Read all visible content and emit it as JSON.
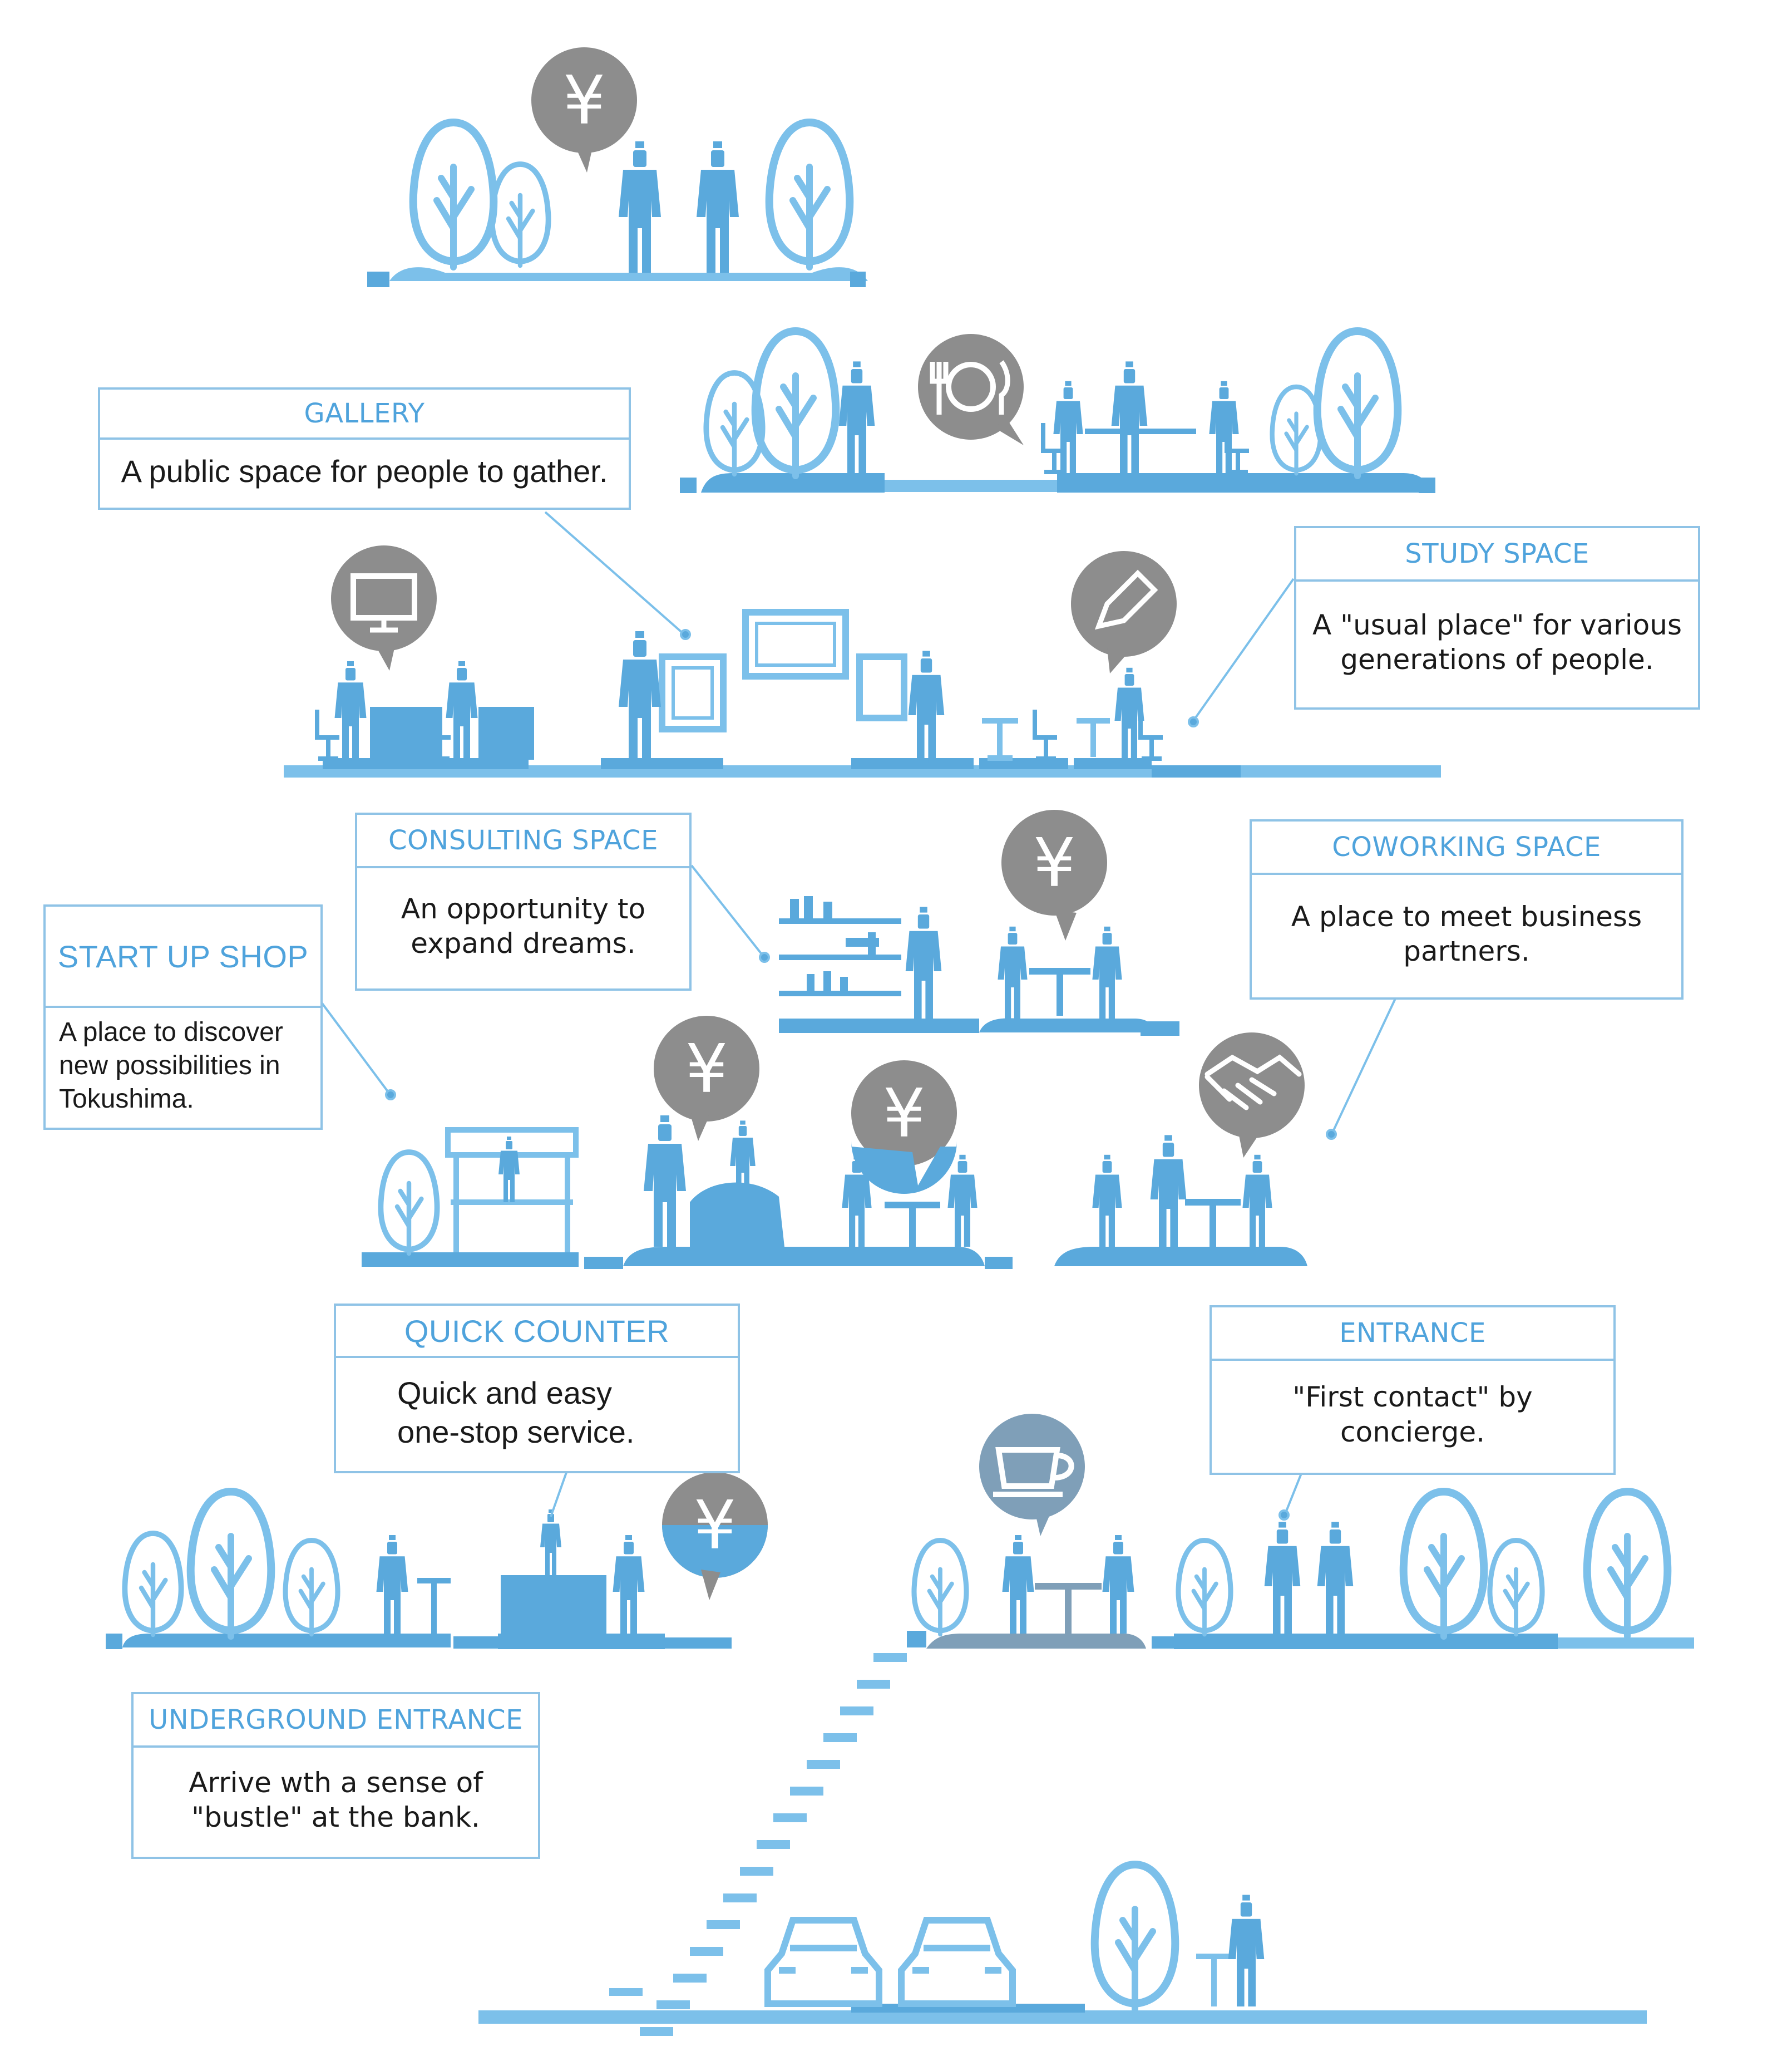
{
  "colors": {
    "blue": "#5aa9dc",
    "light_blue": "#7cc0ea",
    "gray": "#8d8d8d",
    "gray_blue": "#7f9fb8",
    "box_border": "#8fc3e6",
    "label_blue": "#4fa3dc"
  },
  "boxes": {
    "gallery": {
      "title": "GALLERY",
      "text": "A public space for people to gather."
    },
    "study": {
      "title": "STUDY SPACE",
      "text": "A \"usual place\" for various\ngenerations of people."
    },
    "consulting": {
      "title": "CONSULTING SPACE",
      "text": "An opportunity to\nexpand dreams."
    },
    "coworking": {
      "title": "COWORKING SPACE",
      "text": "A place to meet business\npartners."
    },
    "startup": {
      "title": "START UP SHOP",
      "text": "A place to discover\nnew possibilities in\nTokushima."
    },
    "quick": {
      "title": "QUICK COUNTER",
      "text": "Quick and easy\none-stop service."
    },
    "entrance": {
      "title": "ENTRANCE",
      "text": "\"First contact\" by\nconcierge."
    },
    "underground": {
      "title": "UNDERGROUND ENTRANCE",
      "text": "Arrive wth a sense of\n\"bustle\"  at the bank."
    }
  },
  "bubbles": {
    "yen": "¥"
  },
  "icons": [
    "yen-icon",
    "dining-icon",
    "monitor-icon",
    "pencil-icon",
    "handshake-icon",
    "coffee-cup-icon",
    "tree-icon",
    "person-icon",
    "car-icon",
    "stairs-icon"
  ]
}
